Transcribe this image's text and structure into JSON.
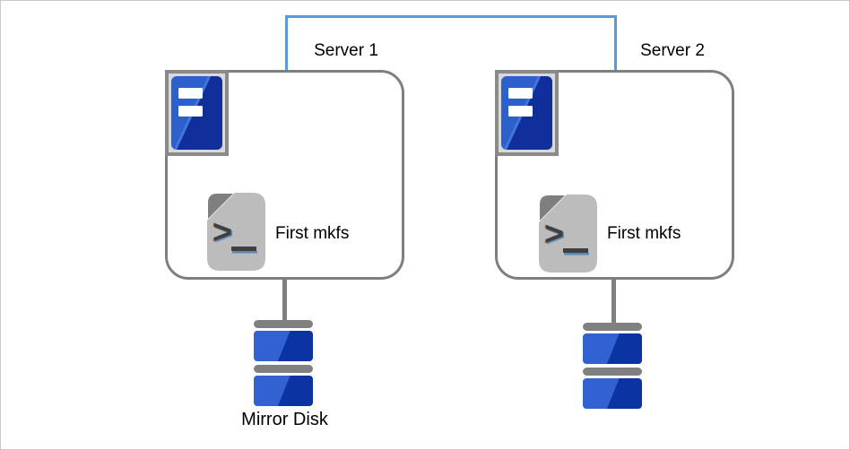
{
  "diagram": {
    "interconnect": {
      "name": "server-interconnect-line",
      "color": "#5b9bd5"
    },
    "servers": [
      {
        "label": "Server 1",
        "script_label": "First mkfs",
        "disk_label": "Mirror Disk"
      },
      {
        "label": "Server 2",
        "script_label": "First mkfs",
        "disk_label": ""
      }
    ],
    "script_icon": {
      "glyph": ">",
      "name": "terminal-script-icon"
    },
    "icons": [
      "server-tower-icon",
      "terminal-script-icon",
      "mirror-disk-icon",
      "disk-icon"
    ],
    "colors": {
      "link_blue": "#5b9bd5",
      "box_border": "#7f7f7f",
      "icon_frame_border": "#8a8a8a",
      "icon_frame_bg": "#d9d9d9",
      "tower_blue_light": "#2e60cd",
      "tower_blue_dark": "#112f9b",
      "disk_blue_light": "#3262d2",
      "disk_blue_dark": "#0c33a2",
      "disk_gray": "#808080",
      "doc_gray": "#bcbcbc",
      "doc_fold_gray": "#7f7f7f",
      "glyph_dark": "#3f3f3f"
    }
  }
}
